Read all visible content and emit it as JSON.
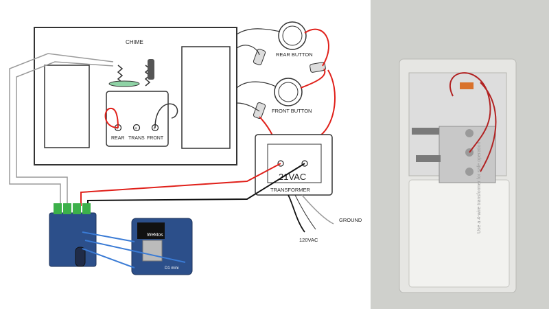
{
  "diagram": {
    "chime_label": "CHIME",
    "terminals": {
      "rear": "REAR",
      "trans": "TRANS",
      "front": "FRONT"
    },
    "rear_button_label": "REAR BUTTON",
    "front_button_label": "FRONT BUTTON",
    "transformer_voltage": "21VAC",
    "transformer_label": "TRANSFORMER",
    "ground_label": "GROUND",
    "mains_label": "120VAC",
    "board_brand": "WeMos",
    "board_model": "D1 mini"
  },
  "photo": {
    "caption": "",
    "cover_text": "Use a 4-wire transformer for safe operation"
  },
  "colors": {
    "wire_red": "#e0201a",
    "wire_black": "#111111",
    "wire_gray": "#9a9a9a",
    "board_blue": "#2c4f8a",
    "led_blue": "#3a7bd5"
  }
}
